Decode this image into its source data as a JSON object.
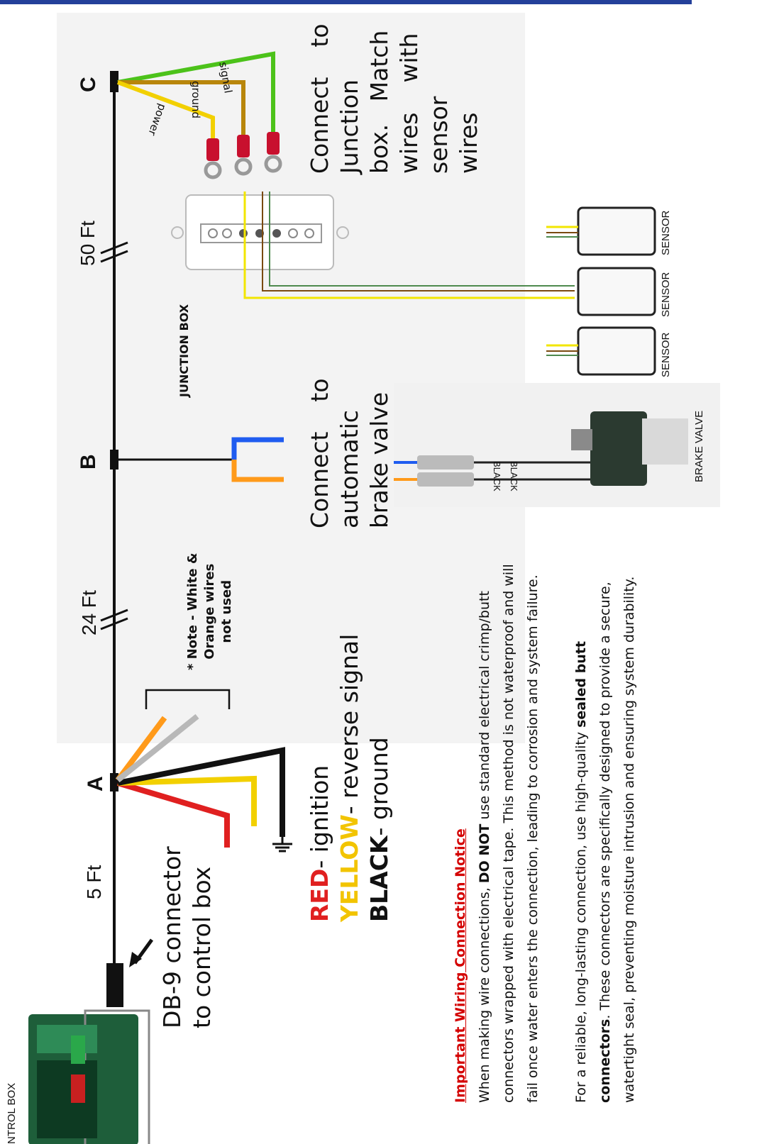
{
  "labels": {
    "control_box": "NTROL BOX",
    "seg_5ft": "5 Ft",
    "seg_24ft": "24 Ft",
    "seg_50ft": "50 Ft",
    "point_a": "A",
    "point_b": "B",
    "point_c": "C",
    "db9_line1": "DB-9 connector",
    "db9_line2": "to control box",
    "note_line1": "* Note - White &",
    "note_line2": "Orange wires",
    "note_line3": "not used",
    "brake_line1": "Connect    to",
    "brake_line2": "automatic",
    "brake_line3": "brake valve",
    "junction_line1": "Connect    to",
    "junction_line2": "Junction",
    "junction_line3": "box.   Match",
    "junction_line4": "wires    with",
    "junction_line5": "sensor",
    "junction_line6": "wires",
    "junction_box": "JUNCTION BOX",
    "sensor": "SENSOR",
    "brake_valve": "BRAKE VALVE",
    "black": "BLACK",
    "wire_power": "power",
    "wire_ground": "ground",
    "wire_signal": "signal"
  },
  "legend": [
    {
      "key": "RED",
      "text": "- ignition",
      "color": "#e02020"
    },
    {
      "key": "YELLOW",
      "text": "- reverse signal",
      "color": "#f2c400"
    },
    {
      "key": "BLACK",
      "text": "- ground",
      "color": "#111111"
    }
  ],
  "notice": {
    "title": "Important Wiring Connection Notice",
    "p1_a": "When making wire connections, ",
    "p1_bold": "DO NOT",
    "p1_b": " use standard electrical crimp/butt connectors wrapped with electrical tape. This method is not waterproof and will fail once water enters the connection, leading to corrosion and system failure.",
    "p2_a": "For a reliable, long-lasting connection, use high-quality ",
    "p2_bold": "sealed butt connectors",
    "p2_b": ". These connectors are specifically designed to provide a secure, watertight seal, preventing moisture intrusion and ensuring system durability."
  },
  "colors": {
    "accent_bar": "#24409a",
    "red": "#e02020",
    "yellow": "#f2d000",
    "orange": "#ff9a1a",
    "grey": "#b8b8b8",
    "black": "#111111",
    "blue": "#1f5cf0",
    "green": "#4cc21a",
    "brown": "#b8860b"
  }
}
